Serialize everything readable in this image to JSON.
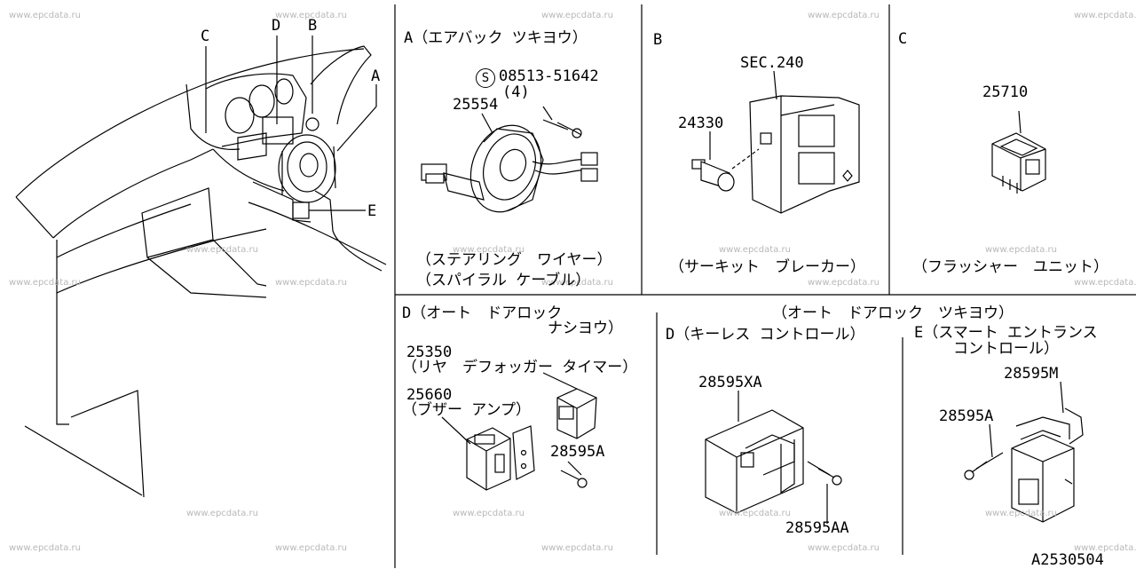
{
  "watermark": "www.epcdata.ru",
  "diagram_code": "A2530504",
  "overview": {
    "callouts": {
      "a": "A",
      "b": "B",
      "c": "C",
      "d": "D",
      "e": "E"
    }
  },
  "panel_a": {
    "title": "A（エアバック ツキヨウ）",
    "part_bolt": "S",
    "part_bolt_number": "08513-51642",
    "part_bolt_qty": "(4)",
    "part_main": "25554",
    "caption_line1": "（ステアリング　ワイヤー）",
    "caption_line2": "（スパイラル ケーブル）"
  },
  "panel_b": {
    "title": "B",
    "sec": "SEC.240",
    "part": "24330",
    "caption": "（サーキット　ブレーカー）"
  },
  "panel_c": {
    "title": "C",
    "part": "25710",
    "caption": "（フラッシャー　ユニット）"
  },
  "panel_d_left": {
    "title_line1": "D（オート　ドアロック",
    "title_line2": "ナシヨウ）",
    "part1": "25350",
    "part1_desc": "（リヤ　デフォッガー タイマー）",
    "part2": "25660",
    "part2_desc": "（ブザー アンプ）",
    "part3": "28595A"
  },
  "panel_d_right": {
    "header": "（オート　ドアロック　ツキヨウ）",
    "title": "D（キーレス コントロール）",
    "part1": "28595XA",
    "part2": "28595AA"
  },
  "panel_e": {
    "title_line1": "E（スマート エントランス",
    "title_line2": "コントロール）",
    "part1": "28595M",
    "part2": "28595A"
  }
}
